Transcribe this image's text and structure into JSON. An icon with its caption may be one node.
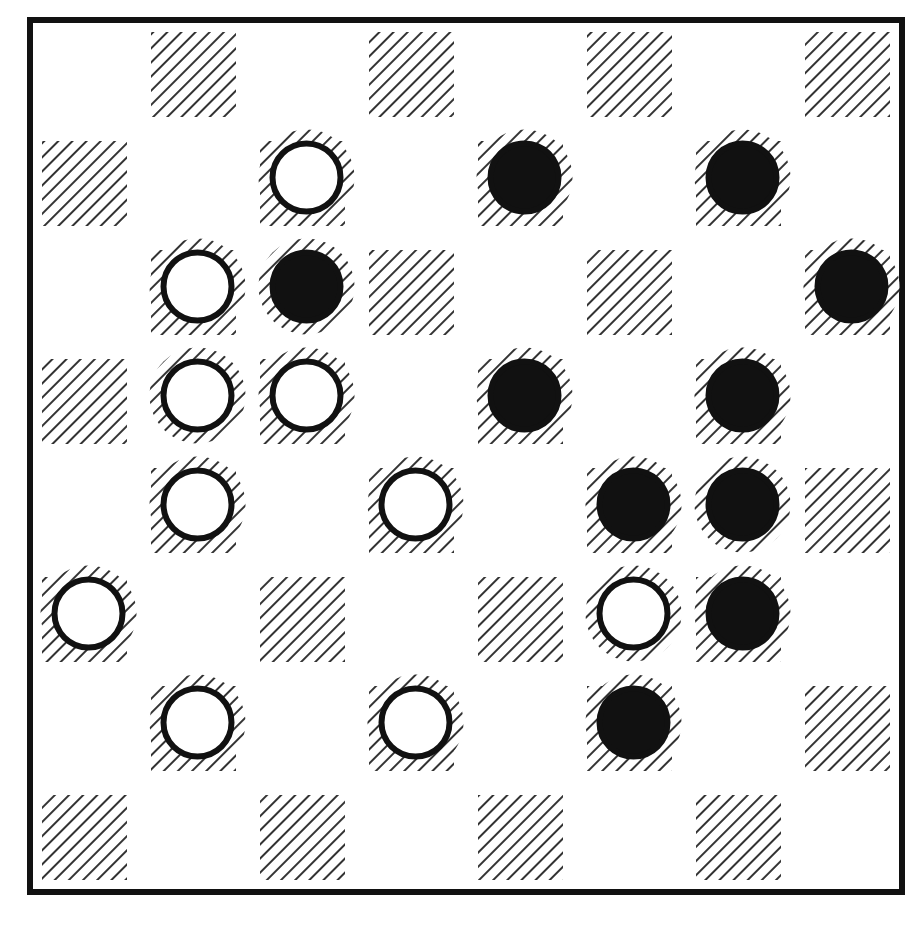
{
  "diagram": {
    "nodes": [
      {
        "text": [],
        "shape": "circle"
      },
      {
        "text": [],
        "shape": "disc"
      },
      {
        "text": [],
        "shape": "disc"
      },
      {
        "text": [],
        "shape": "circle"
      },
      {
        "text": [],
        "shape": "disc"
      },
      {
        "text": [],
        "shape": "disc"
      },
      {
        "text": [],
        "shape": "circle"
      },
      {
        "text": [],
        "shape": "circle"
      },
      {
        "text": [],
        "shape": "disc"
      },
      {
        "text": [],
        "shape": "disc"
      },
      {
        "text": [],
        "shape": "circle"
      },
      {
        "text": [],
        "shape": "circle"
      },
      {
        "text": [],
        "shape": "disc"
      },
      {
        "text": [],
        "shape": "disc"
      },
      {
        "text": [],
        "shape": "circle"
      },
      {
        "text": [],
        "shape": "circle"
      },
      {
        "text": [],
        "shape": "disc"
      },
      {
        "text": [],
        "shape": "circle"
      },
      {
        "text": [],
        "shape": "circle"
      },
      {
        "text": [],
        "shape": "disc"
      }
    ]
  }
}
